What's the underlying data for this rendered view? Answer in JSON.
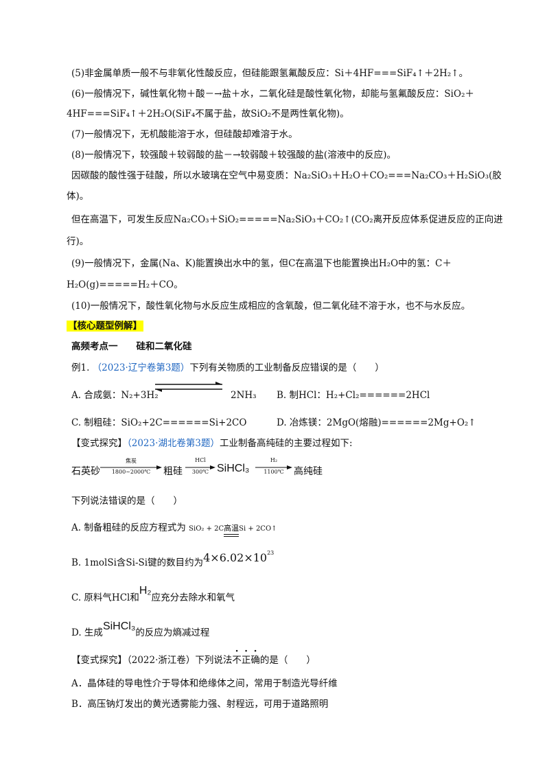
{
  "lines": {
    "p5": "(5)非金属单质一般不与非氧化性酸反应，但硅能跟氢氟酸反应：Si＋4HF===SiF₄↑＋2H₂↑。",
    "p6a": "(6)一般情况下，碱性氧化物＋酸－→盐＋水，二氧化硅是酸性氧化物，却能与氢氟酸反应：SiO₂＋",
    "p6b": "4HF===SiF₄↑＋2H₂O(SiF₄不属于盐，故SiO₂不是两性氧化物)。",
    "p7": "(7)一般情况下，无机酸能溶于水，但硅酸却难溶于水。",
    "p8": "(8)一般情况下，较强酸＋较弱酸的盐－→较弱酸＋较强酸的盐(溶液中的反应)。",
    "p8b": "因碳酸的酸性强于硅酸，所以水玻璃在空气中易变质：Na₂SiO₃＋H₂O＋CO₂===Na₂CO₃＋H₂SiO₃(胶",
    "p8c": "体)。",
    "p8d": "但在高温下，可发生反应Na₂CO₃＋SiO₂=====Na₂SiO₃＋CO₂↑(CO₂离开反应体系促进反应的正向进",
    "p8e": "行)。",
    "p9a": "(9)一般情况下，金属(Na、K)能置换出水中的氢，但C在高温下也能置换出H₂O中的氢：C＋",
    "p9b": "H₂O(g)=====H₂＋CO。",
    "p10": "(10)一般情况下，酸性氧化物与水反应生成相应的含氧酸，但二氧化硅不溶于水，也不与水反应。"
  },
  "section_tag": "【核心题型例解】",
  "topic": "高频考点一　　硅和二氧化硅",
  "ex1": {
    "prefix": "例1. ",
    "source": "（2023·辽宁卷第3题）",
    "question": "下列有关物质的工业制备反应错误的是（　　）",
    "A_label": "A. 合成氨：N₂+3H₂",
    "A_product": "2NH₃",
    "B": "B. 制HCl：H₂+Cl₂======2HCl",
    "C": "C. 制粗硅：SiO₂+2C======Si+2CO",
    "D": "D. 冶炼镁：2MgO(熔融)======2Mg+O₂↑"
  },
  "variant1": {
    "tag": "【变式探究】",
    "source": "（2023·湖北卷第3题）",
    "question": "工业制备高纯硅的主要过程如下:",
    "flow": {
      "s1": "石英砂",
      "a1_top": "焦炭",
      "a1_bot": "1800~2000℃",
      "s2": "粗硅",
      "a2_top": "HCl",
      "a2_bot": "300℃",
      "s3": "SiHCl₃",
      "a3_top": "H₂",
      "a3_bot": "1100℃",
      "s4": "高纯硅"
    },
    "ask": "下列说法错误的是（　　）",
    "A_text": "A. 制备粗硅的反应方程式为",
    "A_eq_left": "SiO₂ + 2C",
    "A_eq_cond": "高温",
    "A_eq_right": "Si + 2CO↑",
    "B_text": "B. 1molSi含Si-Si键的数目约为",
    "B_value": "4×6.02×10",
    "B_exp": "23",
    "C_text1": "C. 原料气HCl和",
    "C_formula": "H₂",
    "C_text2": "应充分去除水和氧气",
    "D_text1": "D. 生成",
    "D_formula": "SiHCl₃",
    "D_text2": "的反应为熵减过程"
  },
  "variant2": {
    "tag": "【变式探究】",
    "source": "（2022·浙江卷）",
    "q_before": "下列说法",
    "q_dotted": "不正确",
    "q_after": "的是（　　）",
    "A": "A．晶体硅的导电性介于导体和绝缘体之间，常用于制造光导纤维",
    "B": "B．高压钠灯发出的黄光透雾能力强、射程远，可用于道路照明"
  }
}
